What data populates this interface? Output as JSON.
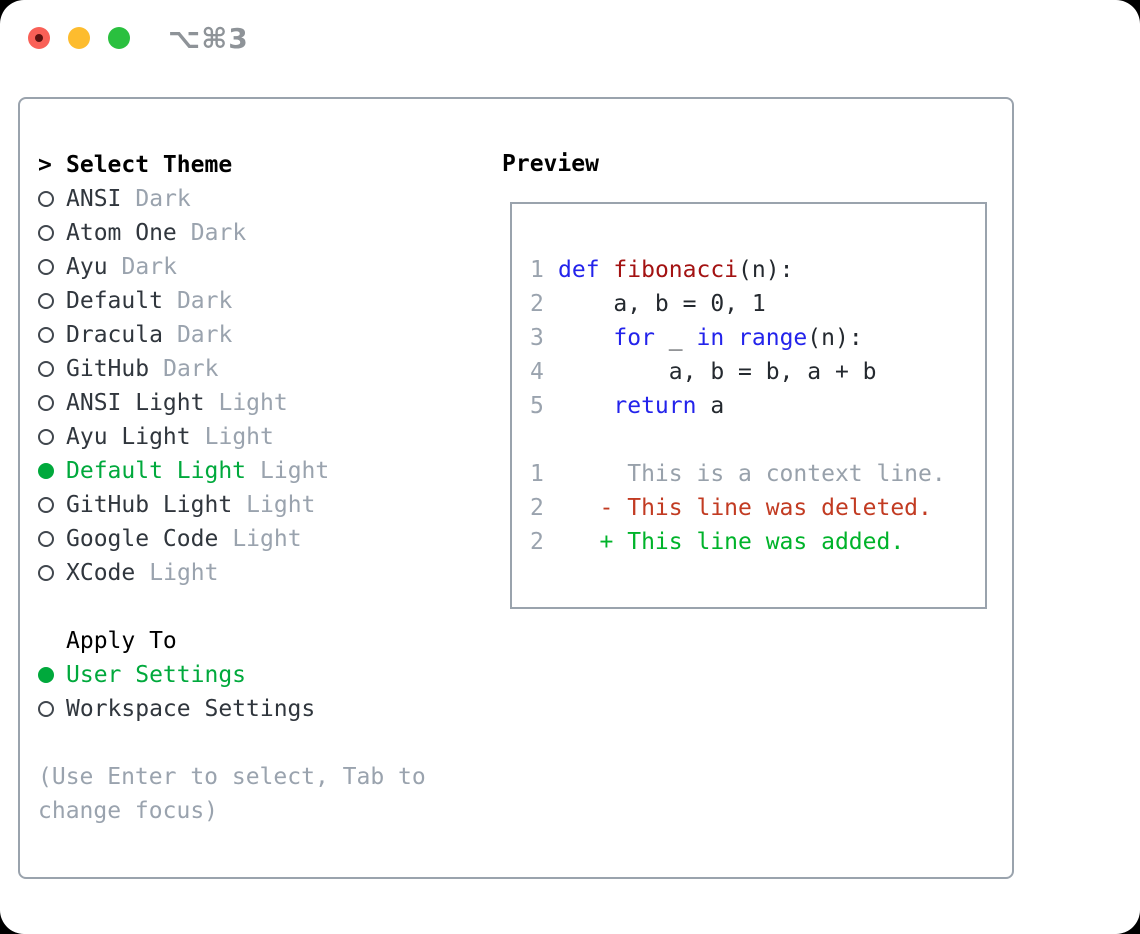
{
  "window": {
    "title": "⌥⌘3",
    "traffic_lights": [
      "close-icon",
      "minimize-icon",
      "zoom-icon"
    ]
  },
  "theme_picker": {
    "prompt": ">",
    "heading": "Select Theme",
    "items": [
      {
        "name": "ANSI",
        "tag": "Dark",
        "selected": false
      },
      {
        "name": "Atom One",
        "tag": "Dark",
        "selected": false
      },
      {
        "name": "Ayu",
        "tag": "Dark",
        "selected": false
      },
      {
        "name": "Default",
        "tag": "Dark",
        "selected": false
      },
      {
        "name": "Dracula",
        "tag": "Dark",
        "selected": false
      },
      {
        "name": "GitHub",
        "tag": "Dark",
        "selected": false
      },
      {
        "name": "ANSI Light",
        "tag": "Light",
        "selected": false
      },
      {
        "name": "Ayu Light",
        "tag": "Light",
        "selected": false
      },
      {
        "name": "Default Light",
        "tag": "Light",
        "selected": true
      },
      {
        "name": "GitHub Light",
        "tag": "Light",
        "selected": false
      },
      {
        "name": "Google Code",
        "tag": "Light",
        "selected": false
      },
      {
        "name": "XCode",
        "tag": "Light",
        "selected": false
      }
    ],
    "apply_to": {
      "heading": "Apply To",
      "options": [
        {
          "name": "User Settings",
          "selected": true
        },
        {
          "name": "Workspace Settings",
          "selected": false
        }
      ]
    },
    "footer_lines": [
      "(Use Enter to select, Tab to",
      "change focus)"
    ]
  },
  "preview": {
    "heading": "Preview",
    "lines": [
      {
        "num": "1",
        "tokens": [
          {
            "t": "def",
            "c": "kw"
          },
          {
            "t": " ",
            "c": "plain"
          },
          {
            "t": "fibonacci",
            "c": "fn"
          },
          {
            "t": "(n):",
            "c": "plain"
          }
        ]
      },
      {
        "num": "2",
        "tokens": [
          {
            "t": "    a, b = 0, 1",
            "c": "plain"
          }
        ]
      },
      {
        "num": "3",
        "tokens": [
          {
            "t": "    ",
            "c": "plain"
          },
          {
            "t": "for",
            "c": "kw"
          },
          {
            "t": " _ ",
            "c": "plain"
          },
          {
            "t": "in",
            "c": "kw"
          },
          {
            "t": " ",
            "c": "plain"
          },
          {
            "t": "range",
            "c": "kw"
          },
          {
            "t": "(n):",
            "c": "plain"
          }
        ]
      },
      {
        "num": "4",
        "tokens": [
          {
            "t": "        a, b = b, a + b",
            "c": "plain"
          }
        ]
      },
      {
        "num": "5",
        "tokens": [
          {
            "t": "    ",
            "c": "plain"
          },
          {
            "t": "return",
            "c": "kw"
          },
          {
            "t": " a",
            "c": "plain"
          }
        ]
      },
      {
        "num": "",
        "tokens": []
      },
      {
        "num": "1",
        "tokens": [
          {
            "t": "     This is a context line.",
            "c": "ctx"
          }
        ]
      },
      {
        "num": "2",
        "tokens": [
          {
            "t": "   - This line was deleted.",
            "c": "del"
          }
        ]
      },
      {
        "num": "2",
        "tokens": [
          {
            "t": "   + This line was added.",
            "c": "add"
          }
        ]
      }
    ]
  },
  "colors": {
    "accent_green": "#00a93c",
    "diff_added": "#00b32a",
    "diff_deleted": "#c23b22",
    "keyword_blue": "#2323eb",
    "function_red": "#a31212",
    "muted_gray": "#9aa3ae",
    "border_gray": "#9aa3ad",
    "traffic_red": "#f96057",
    "traffic_yellow": "#fdbc2e",
    "traffic_green": "#2ac03f"
  }
}
